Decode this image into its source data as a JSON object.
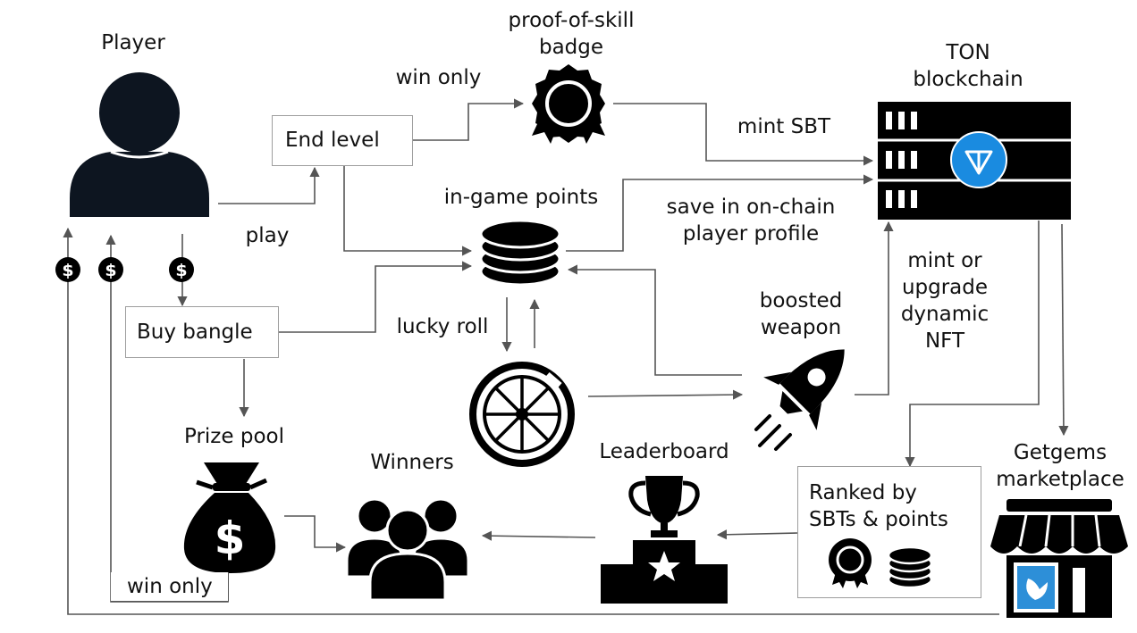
{
  "nodes": {
    "player": "Player",
    "end_level": "End level",
    "badge": [
      "proof-of-skill",
      "badge"
    ],
    "ton": [
      "TON",
      "blockchain"
    ],
    "points": "in-game points",
    "buy_bangle": "Buy bangle",
    "prize_pool": "Prize pool",
    "winners": "Winners",
    "leaderboard": "Leaderboard",
    "boosted_weapon": [
      "boosted",
      "weapon"
    ],
    "getgems": [
      "Getgems",
      "marketplace"
    ],
    "ranked": [
      "Ranked by",
      "SBTs & points"
    ]
  },
  "edges": {
    "play": "play",
    "win_only_badge": "win only",
    "mint_sbt": "mint SBT",
    "save_profile": [
      "save in on-chain",
      "player profile"
    ],
    "mint_upgrade": [
      "mint or",
      "upgrade",
      "dynamic",
      "NFT"
    ],
    "lucky_roll": "lucky roll",
    "win_only_prize": "win only"
  },
  "icons": {
    "dollar": "$",
    "player": "person-icon",
    "badge": "award-badge-icon",
    "ton": "server-rack-icon",
    "ton_logo": "ton-logo-icon",
    "coins": "coin-stack-icon",
    "wheel": "roulette-wheel-icon",
    "rocket": "rocket-icon",
    "money_bag": "money-bag-icon",
    "winners": "group-icon",
    "leaderboard": "trophy-podium-icon",
    "store": "storefront-icon"
  },
  "colors": {
    "line": "#555555",
    "box_border": "#9e9e9e",
    "icon": "#000000",
    "player": "#0d1520",
    "ton_logo": "#1a8be0",
    "getgems_logo": "#2d8fd8"
  }
}
